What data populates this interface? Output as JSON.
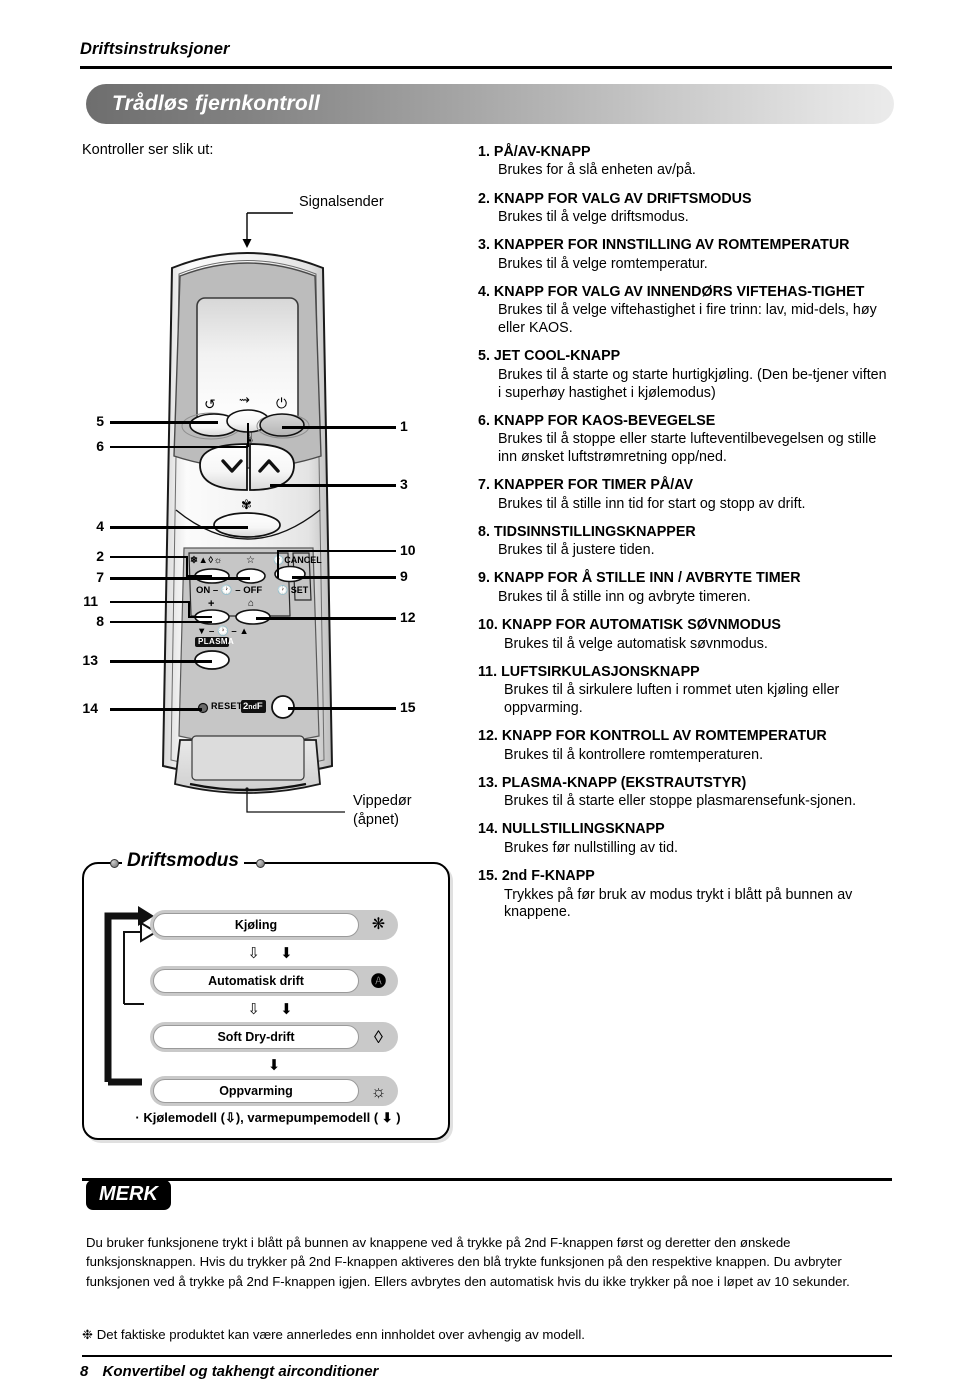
{
  "header": {
    "running_head": "Driftsinstruksjoner"
  },
  "title": {
    "text": "Trådløs fjernkontroll"
  },
  "intro": {
    "text": "Kontroller ser slik ut:"
  },
  "figure": {
    "signal_label": "Signalsender",
    "hinge_label_line1": "Vippedør",
    "hinge_label_line2": "(åpnet)",
    "callout_numbers_left": [
      "5",
      "6",
      "4",
      "2",
      "7",
      "11",
      "8",
      "13",
      "14"
    ],
    "callout_numbers_right": [
      "1",
      "3",
      "10",
      "9",
      "12",
      "15"
    ],
    "button_glyph_labels": {
      "jet_cool": "jet-cool-icon",
      "kaos_swing": "kaos-swing-icon",
      "power": "power-icon",
      "temp_down": "chevron-down-icon",
      "temp_up": "chevron-up-icon",
      "fan_speed": "fan-icon",
      "mode_icons": "❄▲◊☼",
      "sleep": "☆",
      "timer_cancel": "CANCEL",
      "timer_set": "SET",
      "on_off_row": "ON – OFF",
      "plus": "+",
      "room_temp": "⌂",
      "time_row": "▼ –   – ▲",
      "plasma": "PLASMA",
      "reset": "RESET",
      "second_f": "2ndF"
    }
  },
  "specs": [
    {
      "num": "1.",
      "title": "PÅ/AV-KNAPP",
      "body": "Brukes for å slå enheten av/på."
    },
    {
      "num": "2.",
      "title": "KNAPP FOR VALG AV DRIFTSMODUS",
      "body": "Brukes til å velge driftsmodus."
    },
    {
      "num": "3.",
      "title": "KNAPPER FOR INNSTILLING AV ROMTEMPERATUR",
      "body": "Brukes til å velge romtemperatur."
    },
    {
      "num": "4.",
      "title": "KNAPP FOR VALG AV INNENDØRS VIFTEHAS-TIGHET",
      "body": "Brukes til å velge viftehastighet i fire trinn: lav, mid-dels, høy eller KAOS."
    },
    {
      "num": "5.",
      "title": "JET COOL-KNAPP",
      "body": "Brukes til å starte og starte hurtigkjøling. (Den be-tjener viften i superhøy hastighet i kjølemodus)"
    },
    {
      "num": "6.",
      "title": "KNAPP FOR KAOS-BEVEGELSE",
      "body": "Brukes til å stoppe eller starte lufteventilbevegelsen og stille inn ønsket luftstrømretning opp/ned."
    },
    {
      "num": "7.",
      "title": "KNAPPER FOR TIMER PÅ/AV",
      "body": "Brukes til å stille inn tid for start og stopp av drift."
    },
    {
      "num": "8.",
      "title": "TIDSINNSTILLINGSKNAPPER",
      "body": "Brukes til å justere tiden."
    },
    {
      "num": "9.",
      "title": "KNAPP FOR Å STILLE INN / AVBRYTE TIMER",
      "body": "Brukes til å stille inn og avbryte timeren."
    },
    {
      "num": "10.",
      "title": "KNAPP FOR AUTOMATISK SØVNMODUS",
      "body": "Brukes til å velge automatisk søvnmodus."
    },
    {
      "num": "11.",
      "title": "LUFTSIRKULASJONSKNAPP",
      "body": "Brukes til å sirkulere luften i rommet uten kjøling eller oppvarming."
    },
    {
      "num": "12.",
      "title": "KNAPP FOR KONTROLL AV ROMTEMPERATUR",
      "body": "Brukes til å kontrollere romtemperaturen."
    },
    {
      "num": "13.",
      "title": "PLASMA-KNAPP (EKSTRAUTSTYR)",
      "body": "Brukes til å starte eller stoppe plasmarensefunk-sjonen."
    },
    {
      "num": "14.",
      "title": "NULLSTILLINGSKNAPP",
      "body": "Brukes før nullstilling av tid."
    },
    {
      "num": "15.",
      "title": "2nd F-KNAPP",
      "body": "Trykkes på før bruk av modus trykt i blått på bunnen av knappene."
    }
  ],
  "driftsmodus": {
    "title": "Driftsmodus",
    "modes": [
      {
        "label": "Kjøling",
        "icon": "❋",
        "icon_name": "snowflake-icon"
      },
      {
        "label": "Automatisk drift",
        "icon": "🅐",
        "icon_name": "auto-mode-icon"
      },
      {
        "label": "Soft Dry-drift",
        "icon": "◊",
        "icon_name": "water-drop-icon"
      },
      {
        "label": "Oppvarming",
        "icon": "☼",
        "icon_name": "sun-icon"
      }
    ],
    "arrows": [
      "⇩ ⬇",
      "⇩ ⬇",
      "⬇"
    ],
    "footer": "· Kjølemodell (⇩), varmepumpemodell ( ⬇ )"
  },
  "merk": {
    "badge": "MERK",
    "body": "Du bruker funksjonene trykt i blått på bunnen av knappene ved å trykke på 2nd F-knappen først og deretter den ønskede funksjonsknappen. Hvis du trykker på 2nd F-knappen aktiveres den blå trykte funksjonen på den respektive knappen. Du avbryter funksjonen ved å trykke på 2nd F-knappen igjen. Ellers avbrytes den automatisk hvis du ikke trykker på noe i løpet av 10 sekunder.",
    "note": "❉ Det faktiske produktet kan være annerledes enn innholdet over avhengig av modell."
  },
  "footer": {
    "page_number": "8",
    "document_title": "Konvertibel og takhengt airconditioner"
  },
  "colors": {
    "title_bar_dark": "#6e6e6e",
    "title_bar_light": "#ebebeb",
    "remote_body": "#f2f2f2",
    "remote_bezel": "#bcbcbc",
    "panel_gray": "#c9c9c9",
    "accent_black": "#000000"
  }
}
